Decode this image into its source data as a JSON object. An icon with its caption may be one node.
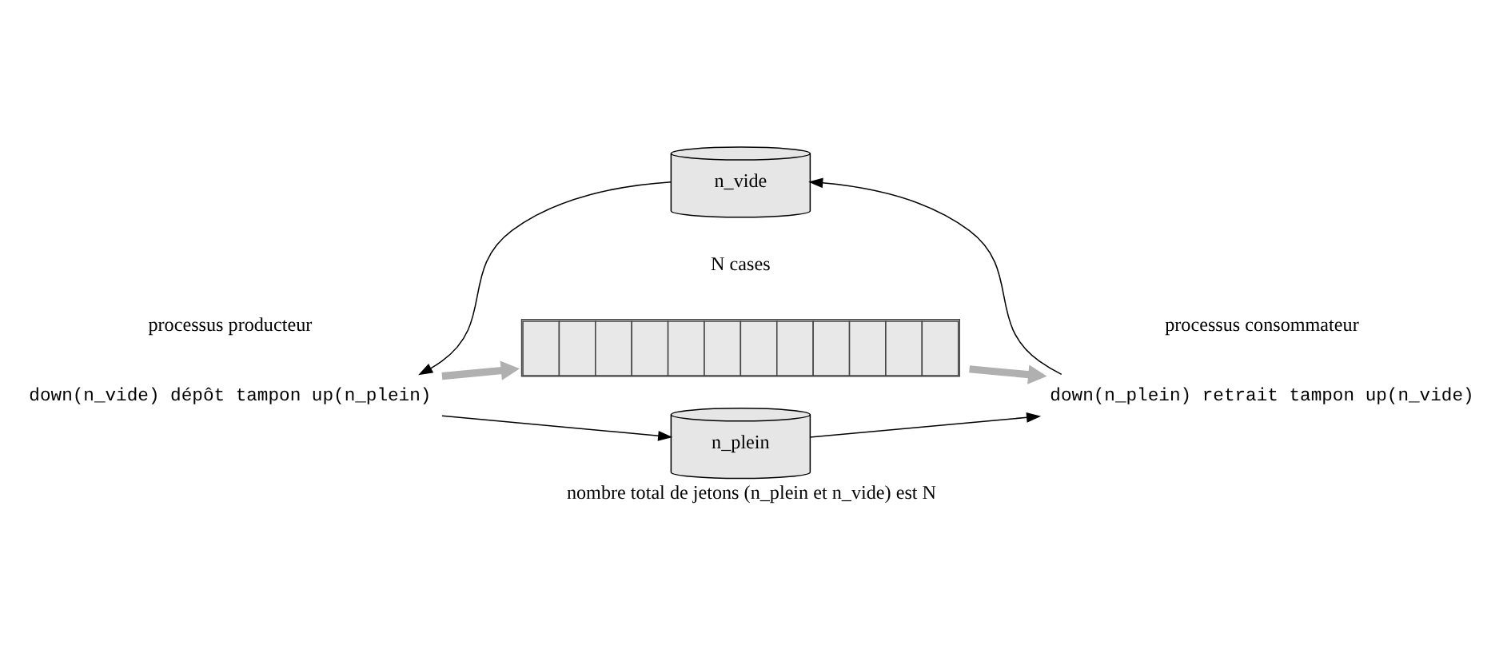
{
  "diagram": {
    "caption": "nombre total de jetons (n_plein et n_vide) est N",
    "nodes": [
      {
        "text": [
          "n_vide"
        ]
      },
      {
        "text": [
          "down(n_vide) dépôt tampon up(n_plein)"
        ],
        "beside": [
          "processus producteur"
        ]
      },
      {
        "text": [],
        "shape": "bar"
      },
      {
        "text": [
          "down(n_plein) retrait tampon up(n_vide)"
        ],
        "beside": [
          "processus consommateur"
        ]
      },
      {
        "text": [
          "n_plein"
        ]
      }
    ],
    "edges": [
      {
        "from": 0,
        "to": 1,
        "arrow": "to"
      },
      {
        "from": 1,
        "to": 2,
        "arrow": "to",
        "style": "thick",
        "color": "#b0b0b0"
      },
      {
        "from": 2,
        "to": 3,
        "arrow": "to",
        "style": "thick",
        "color": "#b0b0b0"
      },
      {
        "from": 1,
        "to": 4,
        "arrow": "to"
      },
      {
        "from": 4,
        "to": 3,
        "arrow": "to"
      },
      {
        "from": 3,
        "to": 0,
        "arrow": "to"
      }
    ],
    "labels": [
      "N cases"
    ]
  }
}
